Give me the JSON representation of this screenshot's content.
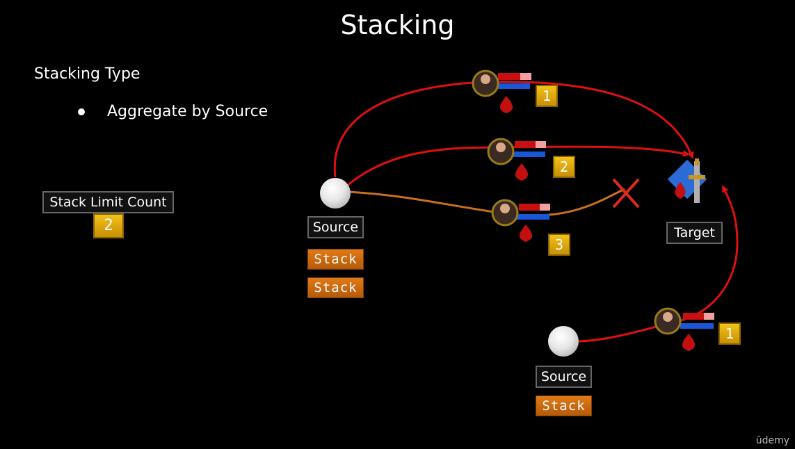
{
  "title": "Stacking",
  "heading": "Stacking Type",
  "bullet": "Aggregate by Source",
  "stack_limit": {
    "label": "Stack Limit Count",
    "value": "2"
  },
  "source_label": "Source",
  "target_label": "Target",
  "stack_label": "Stack",
  "stack_counts": [
    "1",
    "2",
    "3",
    "1"
  ],
  "colors": {
    "accepted_link": "#e01010",
    "rejected_link": "#c8701f",
    "stack_badge": "#e07a16",
    "count_badge": "#e8b412"
  },
  "icons": [
    "avatar-icon",
    "blood-drop-icon",
    "health-bar-icon",
    "sword-icon",
    "reject-x-icon"
  ],
  "watermark": "ūdemy"
}
